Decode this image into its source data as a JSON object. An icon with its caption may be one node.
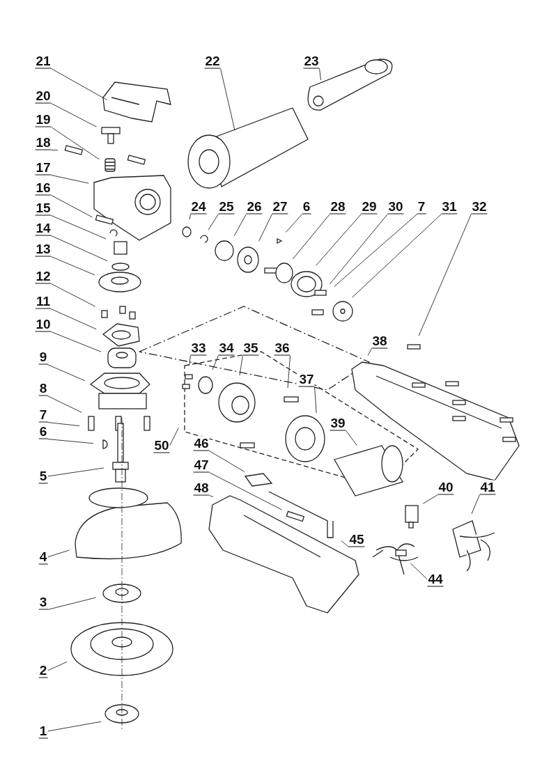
{
  "diagram": {
    "nodes": [
      {
        "text": [
          "21"
        ]
      },
      {
        "text": [
          "22"
        ]
      },
      {
        "text": [
          "23"
        ]
      },
      {
        "text": [
          "20"
        ]
      },
      {
        "text": [
          "19"
        ]
      },
      {
        "text": [
          "18"
        ]
      },
      {
        "text": [
          "17"
        ]
      },
      {
        "text": [
          "16"
        ]
      },
      {
        "text": [
          "24"
        ]
      },
      {
        "text": [
          "25"
        ]
      },
      {
        "text": [
          "26"
        ]
      },
      {
        "text": [
          "27"
        ]
      },
      {
        "text": [
          "6"
        ]
      },
      {
        "text": [
          "28"
        ]
      },
      {
        "text": [
          "29"
        ]
      },
      {
        "text": [
          "30"
        ]
      },
      {
        "text": [
          "7"
        ]
      },
      {
        "text": [
          "31"
        ]
      },
      {
        "text": [
          "32"
        ]
      },
      {
        "text": [
          "15"
        ]
      },
      {
        "text": [
          "14"
        ]
      },
      {
        "text": [
          "13"
        ]
      },
      {
        "text": [
          "12"
        ]
      },
      {
        "text": [
          "11"
        ]
      },
      {
        "text": [
          "10"
        ]
      },
      {
        "text": [
          "9"
        ]
      },
      {
        "text": [
          "38"
        ]
      },
      {
        "text": [
          "33"
        ]
      },
      {
        "text": [
          "34"
        ]
      },
      {
        "text": [
          "35"
        ]
      },
      {
        "text": [
          "36"
        ]
      },
      {
        "text": [
          "37"
        ]
      },
      {
        "text": [
          "8"
        ]
      },
      {
        "text": [
          "7"
        ]
      },
      {
        "text": [
          "39"
        ]
      },
      {
        "text": [
          "6"
        ]
      },
      {
        "text": [
          "50"
        ]
      },
      {
        "text": [
          "5"
        ]
      },
      {
        "text": [
          "46"
        ]
      },
      {
        "text": [
          "40"
        ]
      },
      {
        "text": [
          "41"
        ]
      },
      {
        "text": [
          "47"
        ]
      },
      {
        "text": [
          "48"
        ]
      },
      {
        "text": [
          "45"
        ]
      },
      {
        "text": [
          "4"
        ]
      },
      {
        "text": [
          "44"
        ]
      },
      {
        "text": [
          "3"
        ]
      },
      {
        "text": [
          "2"
        ]
      },
      {
        "text": [
          "1"
        ]
      }
    ],
    "edges": [
      {
        "from": 0,
        "to": null,
        "arrow": "none"
      },
      {
        "from": 1,
        "to": null,
        "arrow": "none"
      },
      {
        "from": 2,
        "to": null,
        "arrow": "none"
      },
      {
        "from": 3,
        "to": null,
        "arrow": "none"
      },
      {
        "from": 4,
        "to": null,
        "arrow": "none"
      },
      {
        "from": 5,
        "to": null,
        "arrow": "none"
      },
      {
        "from": 6,
        "to": null,
        "arrow": "none"
      },
      {
        "from": 7,
        "to": null,
        "arrow": "none"
      },
      {
        "from": 8,
        "to": null,
        "arrow": "none"
      },
      {
        "from": 9,
        "to": null,
        "arrow": "none"
      },
      {
        "from": 10,
        "to": null,
        "arrow": "none"
      },
      {
        "from": 11,
        "to": null,
        "arrow": "none"
      },
      {
        "from": 12,
        "to": null,
        "arrow": "none"
      },
      {
        "from": 13,
        "to": null,
        "arrow": "none"
      },
      {
        "from": 14,
        "to": null,
        "arrow": "none"
      },
      {
        "from": 15,
        "to": null,
        "arrow": "none"
      },
      {
        "from": 16,
        "to": null,
        "arrow": "none"
      },
      {
        "from": 17,
        "to": null,
        "arrow": "none"
      },
      {
        "from": 18,
        "to": null,
        "arrow": "none"
      },
      {
        "from": 19,
        "to": null,
        "arrow": "none"
      },
      {
        "from": 20,
        "to": null,
        "arrow": "none"
      },
      {
        "from": 21,
        "to": null,
        "arrow": "none"
      },
      {
        "from": 22,
        "to": null,
        "arrow": "none"
      },
      {
        "from": 23,
        "to": null,
        "arrow": "none"
      },
      {
        "from": 24,
        "to": null,
        "arrow": "none"
      },
      {
        "from": 25,
        "to": null,
        "arrow": "none"
      },
      {
        "from": 26,
        "to": null,
        "arrow": "none"
      },
      {
        "from": 27,
        "to": null,
        "arrow": "none"
      },
      {
        "from": 28,
        "to": null,
        "arrow": "none"
      },
      {
        "from": 29,
        "to": null,
        "arrow": "none"
      },
      {
        "from": 30,
        "to": null,
        "arrow": "none"
      },
      {
        "from": 31,
        "to": null,
        "arrow": "none"
      },
      {
        "from": 32,
        "to": null,
        "arrow": "none"
      },
      {
        "from": 33,
        "to": null,
        "arrow": "none"
      },
      {
        "from": 34,
        "to": null,
        "arrow": "none"
      },
      {
        "from": 35,
        "to": null,
        "arrow": "none"
      },
      {
        "from": 36,
        "to": null,
        "arrow": "none"
      },
      {
        "from": 37,
        "to": null,
        "arrow": "none"
      },
      {
        "from": 38,
        "to": null,
        "arrow": "none"
      },
      {
        "from": 39,
        "to": null,
        "arrow": "none"
      },
      {
        "from": 40,
        "to": null,
        "arrow": "none"
      },
      {
        "from": 41,
        "to": null,
        "arrow": "none"
      },
      {
        "from": 42,
        "to": null,
        "arrow": "none"
      },
      {
        "from": 43,
        "to": null,
        "arrow": "none"
      },
      {
        "from": 44,
        "to": null,
        "arrow": "none"
      },
      {
        "from": 45,
        "to": null,
        "arrow": "none"
      },
      {
        "from": 46,
        "to": null,
        "arrow": "none"
      },
      {
        "from": 47,
        "to": null,
        "arrow": "none"
      },
      {
        "from": 48,
        "to": null,
        "arrow": "none"
      }
    ]
  }
}
